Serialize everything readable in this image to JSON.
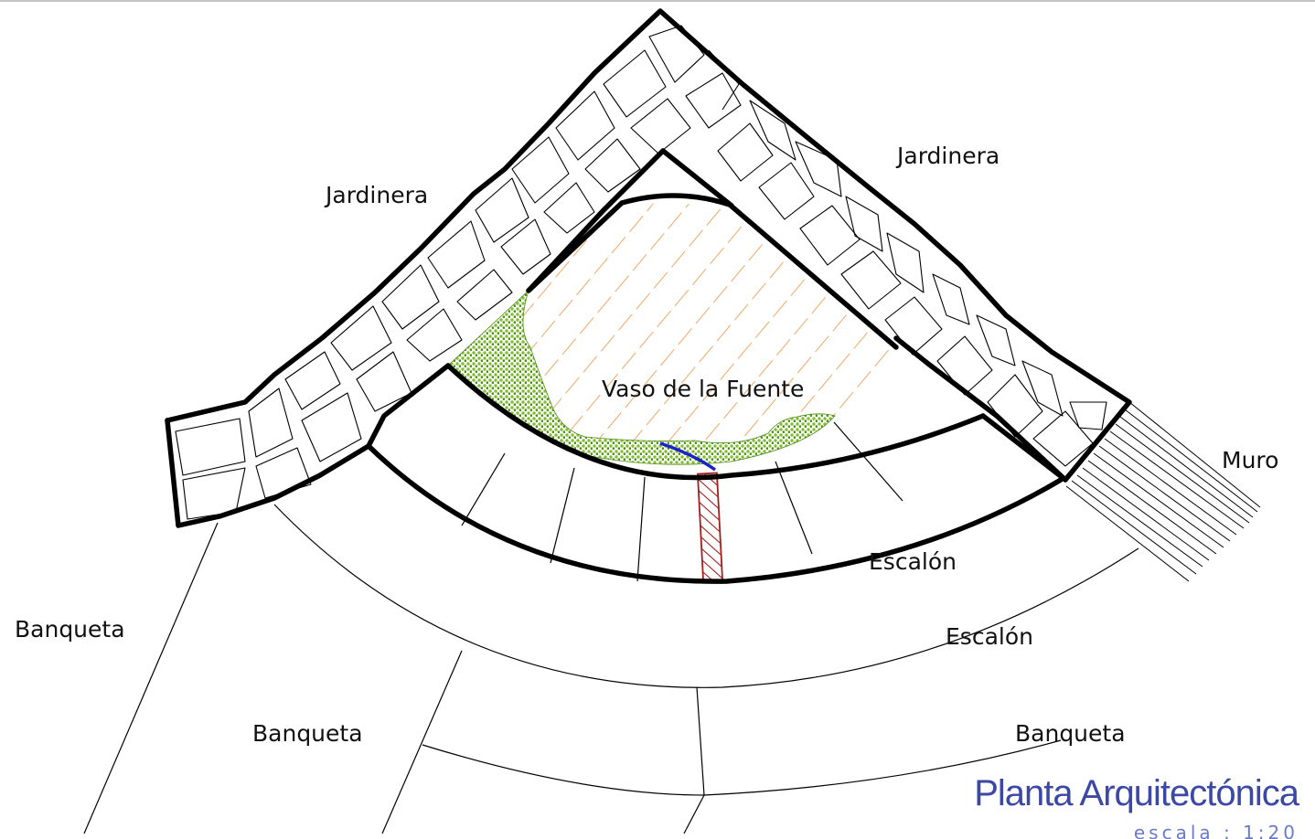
{
  "drawing": {
    "title": "Planta Arquitectónica",
    "scale": "escala  :  1:20",
    "title_color": "#3b48a6",
    "scale_color": "#6a7bc8"
  },
  "labels": {
    "jardinera_left": "Jardinera",
    "jardinera_right": "Jardinera",
    "vaso": "Vaso de la Fuente",
    "muro": "Muro",
    "escalon_inner": "Escalón",
    "escalon_outer": "Escalón",
    "banqueta_left": "Banqueta",
    "banqueta_center": "Banqueta",
    "banqueta_right": "Banqueta"
  },
  "colors": {
    "water_hatch": "#f2a766",
    "vegetation": "#7fbf2a",
    "vegetation_dark": "#4e8f17",
    "pipe": "#1a22c8",
    "drain_hatch": "#a21f1f"
  }
}
